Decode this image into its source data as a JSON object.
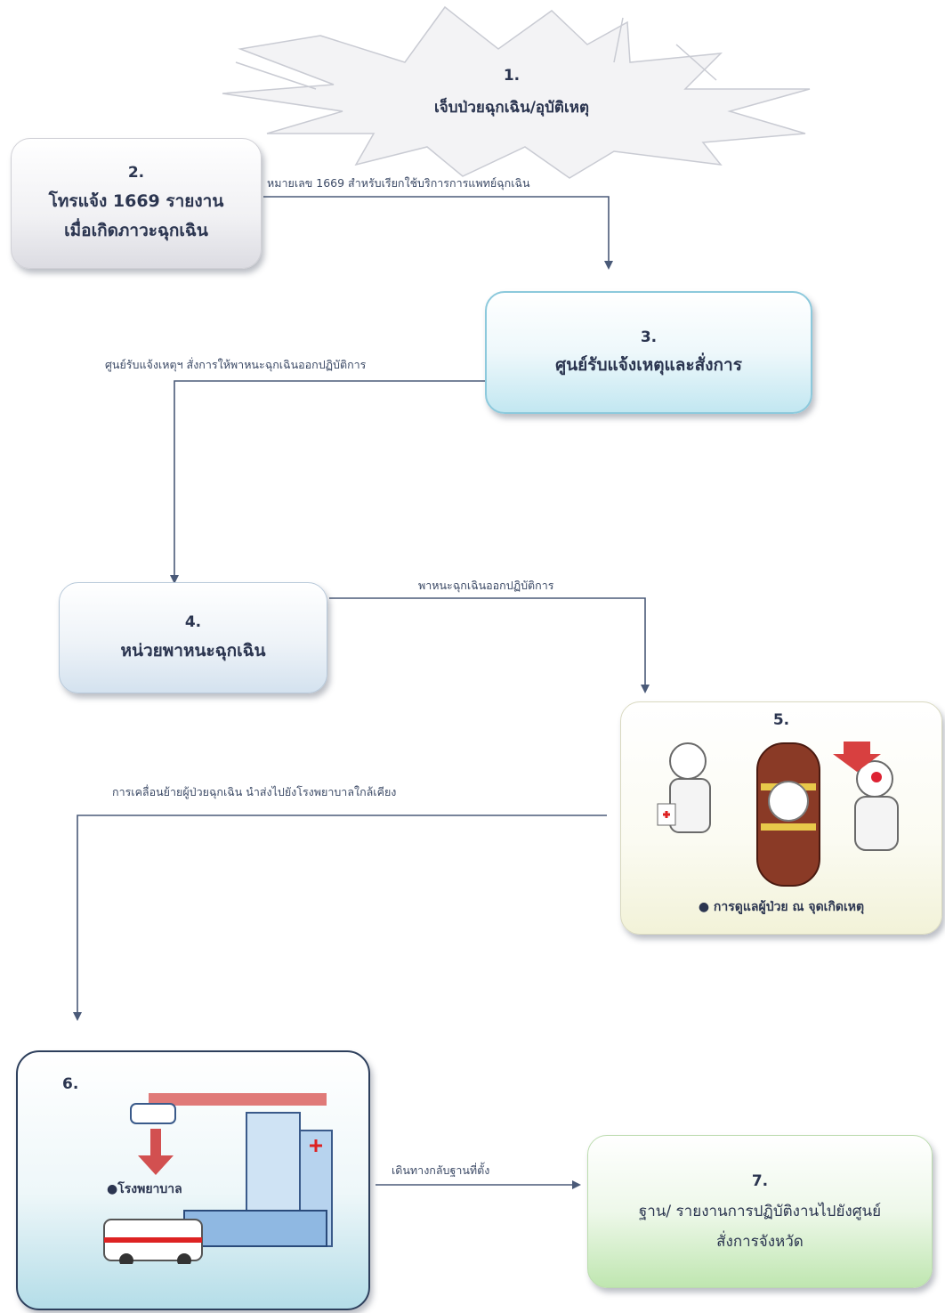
{
  "box1": {
    "number": "1.",
    "label": "เจ็บป่วยฉุกเฉิน/อุบัติเหตุ"
  },
  "box2": {
    "number": "2.",
    "line1": "โทรแจ้ง 1669 รายงาน",
    "line2": "เมื่อเกิดภาวะฉุกเฉิน"
  },
  "box3": {
    "number": "3.",
    "label": "ศูนย์รับแจ้งเหตุและสั่งการ"
  },
  "box4": {
    "number": "4.",
    "label": "หน่วยพาหนะฉุกเฉิน"
  },
  "box5": {
    "number": "5.",
    "caption": "● การดูแลผู้ป่วย ณ จุดเกิดเหตุ"
  },
  "box6": {
    "number": "6.",
    "caption": "●โรงพยาบาล"
  },
  "box7": {
    "number": "7.",
    "line1": "ฐาน/ รายงานการปฏิบัติงานไปยังศูนย์",
    "line2": "สั่งการจังหวัด"
  },
  "connectors": {
    "c2_3": "หมายเลข 1669 สำหรับเรียกใช้บริการการแพทย์ฉุกเฉิน",
    "c3_4": "ศูนย์รับแจ้งเหตุฯ สั่งการให้พาหนะฉุกเฉินออกปฏิบัติการ",
    "c4_5": "พาหนะฉุกเฉินออกปฏิบัติการ",
    "c5_6": "การเคลื่อนย้ายผู้ป่วยฉุกเฉิน นำส่งไปยังโรงพยาบาลใกล้เคียง",
    "c6_7": "เดินทางกลับฐานที่ตั้ง"
  },
  "colors": {
    "line": "#4a5a78",
    "box3_border": "#8cc9dc",
    "box7_fill": "#bfe6b0",
    "box6_border": "#2d3f5c"
  }
}
